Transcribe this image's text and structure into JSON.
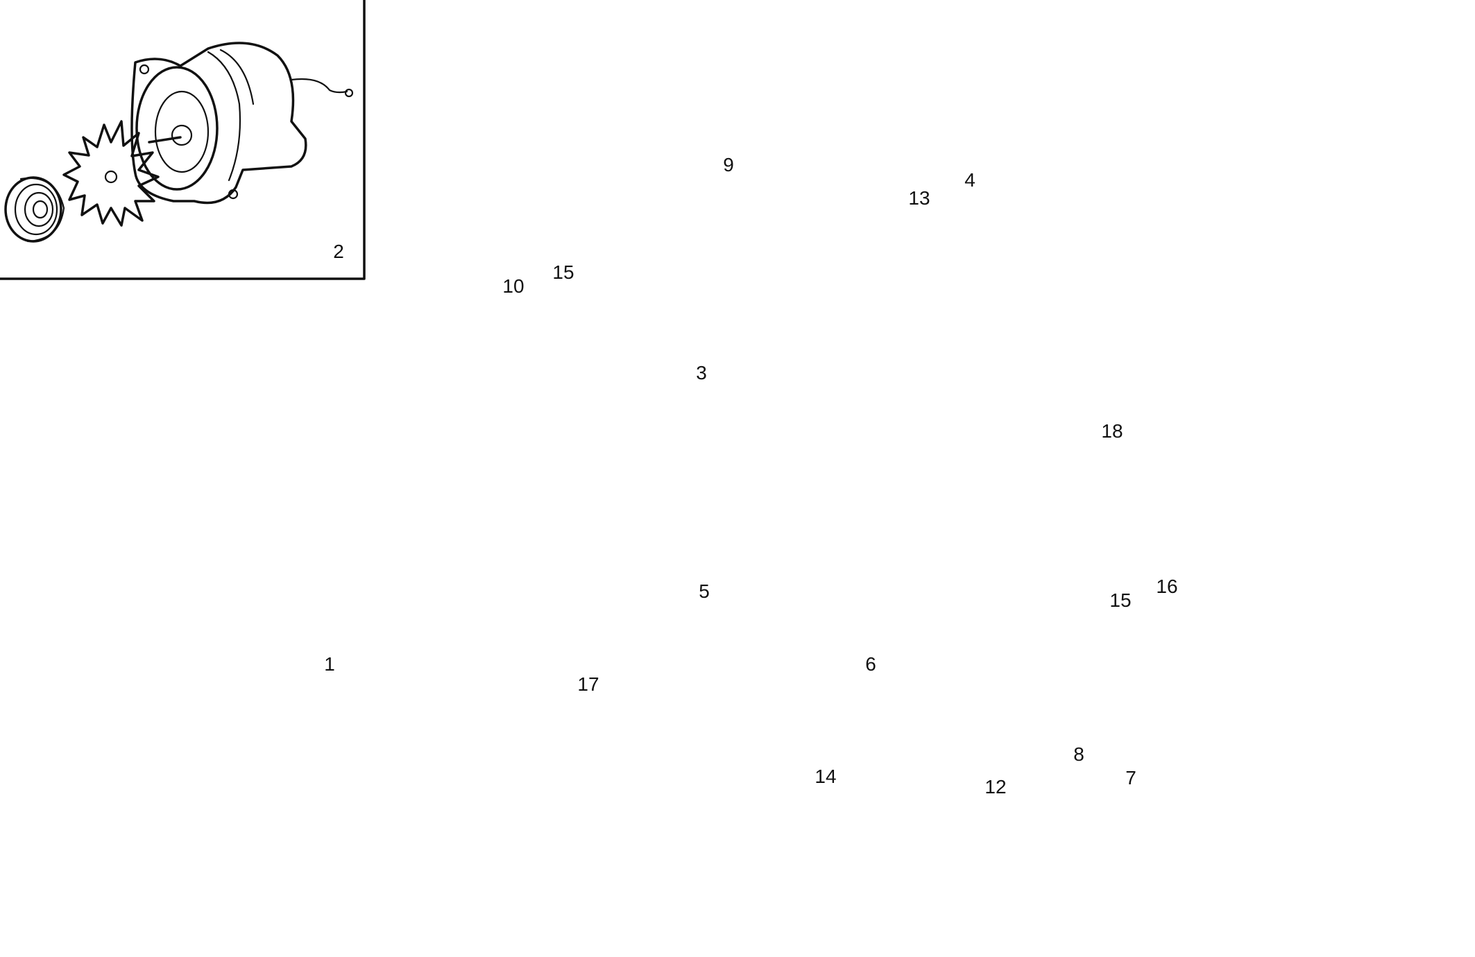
{
  "inset": {
    "label": "2"
  },
  "callouts": {
    "pulley": "1",
    "bolt_upper": "3",
    "nut_upper": "4",
    "fan": "5",
    "bracket_lower": "6",
    "bolt_lower": "7",
    "washer_lower": "8",
    "adjusting_arm": "9",
    "bolt_arm": "10",
    "spacer": "12",
    "washer_upper": "13",
    "long_bolt": "14",
    "washer_arm": "15",
    "washer_bracket": "15",
    "nut_lower": "16",
    "v_belt": "17",
    "cable": "18"
  },
  "colors": {
    "ink": "#111111",
    "paper": "#ffffff"
  }
}
